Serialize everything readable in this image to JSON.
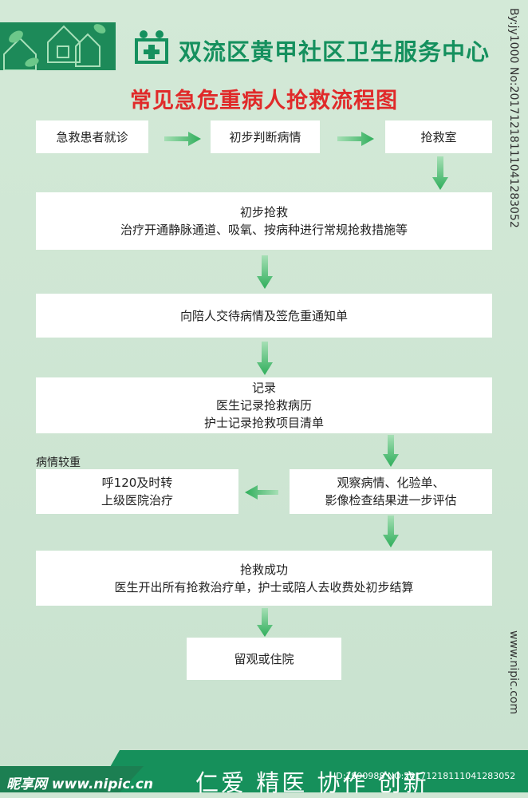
{
  "header": {
    "org_name": "双流区黄甲社区卫生服务中心",
    "title": "常见急危重病人抢救流程图"
  },
  "flow": {
    "step1": "急救患者就诊",
    "step2": "初步判断病情",
    "step3": "抢救室",
    "step4_title": "初步抢救",
    "step4_body": "治疗开通静脉通道、吸氧、按病种进行常规抢救措施等",
    "step5": "向陪人交待病情及签危重通知单",
    "step6_title": "记录",
    "step6_line1": "医生记录抢救病历",
    "step6_line2": "护士记录抢救项目清单",
    "step7_line1": "观察病情、化验单、",
    "step7_line2": "影像检查结果进一步评估",
    "serious_label": "病情较重",
    "transfer_line1": "呼120及时转",
    "transfer_line2": "上级医院治疗",
    "step8_title": "抢救成功",
    "step8_body": "医生开出所有抢救治疗单，护士或陪人去收费处初步结算",
    "step9": "留观或住院"
  },
  "footer": {
    "slogan": "仁爱 精医 协作 创新",
    "watermark_left": "昵享网 www.nipic.cn",
    "watermark_right": "ID:1990988 NO:20171218111041283052"
  },
  "side": {
    "top": "By:jy1000 No:20171218111041283052",
    "bottom": "www.nipic.com"
  },
  "colors": {
    "green": "#15905e",
    "title_red": "#e02a2a",
    "arrow_green": "#2fae5b"
  }
}
